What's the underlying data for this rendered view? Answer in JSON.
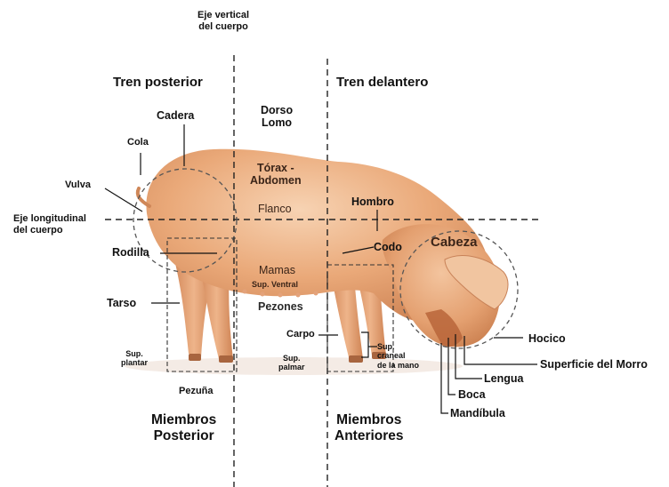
{
  "labels": {
    "eje_vertical_1": "Eje vertical",
    "eje_vertical_2": "del cuerpo",
    "tren_posterior": "Tren posterior",
    "tren_delantero": "Tren delantero",
    "cadera": "Cadera",
    "dorso": "Dorso",
    "lomo": "Lomo",
    "cola": "Cola",
    "vulva": "Vulva",
    "torax": "Tórax -",
    "abdomen": "Abdomen",
    "flanco": "Flanco",
    "hombro": "Hombro",
    "eje_long_1": "Eje longitudinal",
    "eje_long_2": "del cuerpo",
    "cabeza": "Cabeza",
    "rodilla": "Rodilla",
    "codo": "Codo",
    "mamas": "Mamas",
    "sup_ventral": "Sup. Ventral",
    "tarso": "Tarso",
    "pezones": "Pezones",
    "carpo": "Carpo",
    "hocico": "Hocico",
    "sup_plantar_1": "Sup.",
    "sup_plantar_2": "plantar",
    "sup_palmar_1": "Sup.",
    "sup_palmar_2": "palmar",
    "sup_craneal_1": "Sup.",
    "sup_craneal_2": "craneal",
    "sup_craneal_3": "de la mano",
    "superficie_morro": "Superficie del Morro",
    "lengua": "Lengua",
    "boca": "Boca",
    "pezuna": "Pezuña",
    "mandibula": "Mandíbula",
    "miembros_post_1": "Miembros",
    "miembros_post_2": "Posterior",
    "miembros_ant_1": "Miembros",
    "miembros_ant_2": "Anteriores"
  },
  "colors": {
    "pig_body": "#e8a878",
    "pig_shadow": "#c97f52",
    "pig_highlight": "#f6d2b2",
    "guide_line": "#222222",
    "dashed_circle": "#555555"
  }
}
